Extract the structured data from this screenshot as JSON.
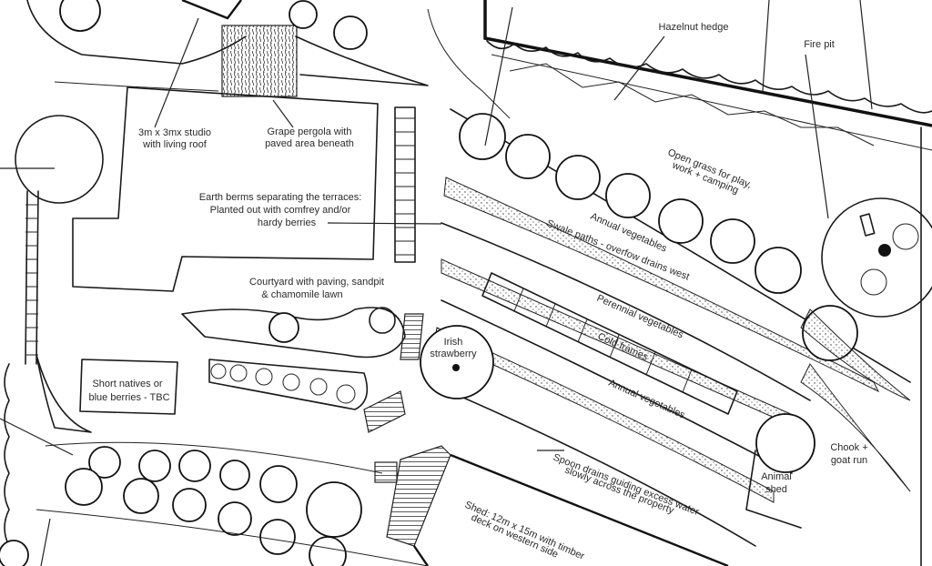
{
  "title": "Permaculture property site plan (hand-drawn)",
  "labels": {
    "studio": [
      "3m x 3mx studio",
      "with living roof"
    ],
    "pergola": [
      "Grape pergola with",
      "paved area beneath"
    ],
    "berms": [
      "Earth berms separating the terraces:",
      "Planted out with comfrey and/or",
      "hardy berries"
    ],
    "hazelnut": "Hazelnut hedge",
    "fire_pit": "Fire pit",
    "open_grass": [
      "Open grass for play,",
      "work + camping"
    ],
    "annual_veg_top": "Annual vegetables",
    "swale_paths": "Swale paths - overfow drains west",
    "perennial_veg": "Perennial vegetables",
    "cold_frames": "Cold frames",
    "annual_veg_bottom": "Annual vegetables",
    "courtyard": [
      "Courtyard with paving, sandpit",
      "&  chamomile lawn"
    ],
    "irish_strawberry": [
      "Irish",
      "strawberry"
    ],
    "short_natives": [
      "Short natives or",
      "blue berries - TBC"
    ],
    "spoon_drains": [
      "Spoon drains guiding excess water",
      "slowly across the property"
    ],
    "shed": [
      "Shed: 12m x 15m with timber",
      "deck on western side"
    ],
    "animal_shed": [
      "Animal",
      "shed"
    ],
    "chook_run": [
      "Chook +",
      "goat run"
    ]
  },
  "colors": {
    "ink": "#1a1a1a",
    "paper": "#ffffff",
    "text": "#2a2a2a"
  }
}
